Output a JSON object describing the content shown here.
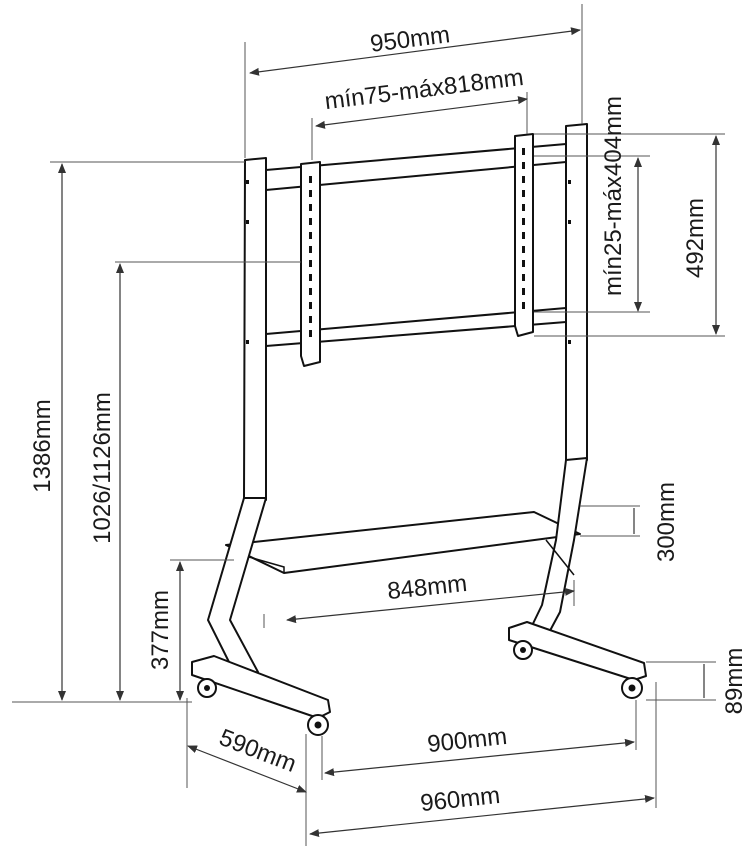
{
  "dimensions": {
    "overall_width": "950mm",
    "vesa_horizontal": "mín75-máx818mm",
    "vesa_vertical": "mín25-máx404mm",
    "bracket_height": "492mm",
    "overall_height": "1386mm",
    "center_height": "1026/1126mm",
    "shelf_height": "377mm",
    "shelf_spacing": "300mm",
    "shelf_width": "848mm",
    "base_height": "89mm",
    "base_depth": "590mm",
    "wheel_spacing": "900mm",
    "base_width": "960mm"
  }
}
